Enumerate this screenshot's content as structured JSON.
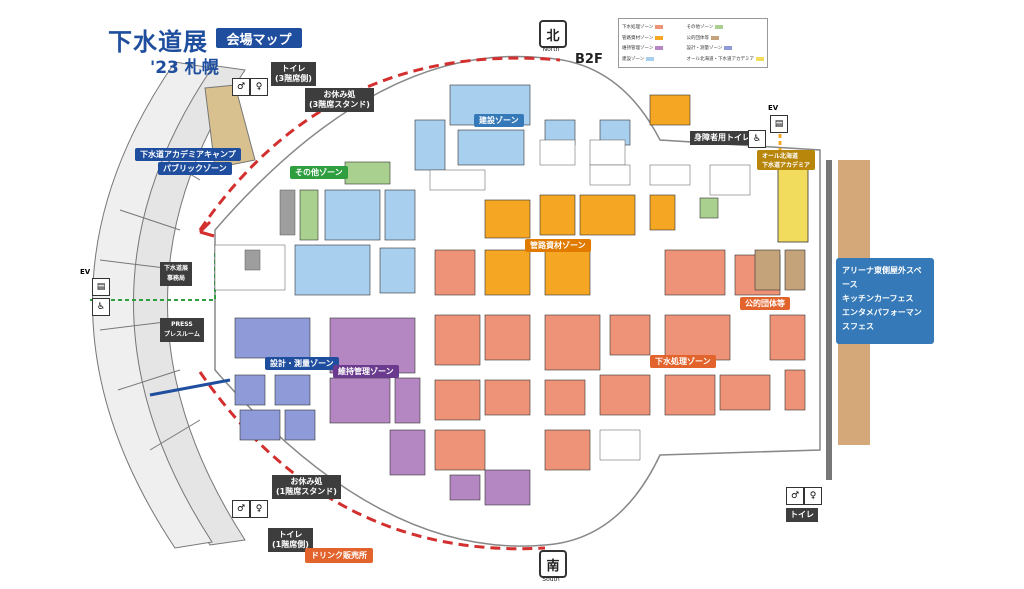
{
  "header": {
    "logo_main": "下水道展",
    "logo_sub": "'23 札幌",
    "map_title": "会場マップ"
  },
  "floor": "B2F",
  "compass": {
    "north": "北",
    "north_en": "North",
    "south": "南",
    "south_en": "South"
  },
  "zones": {
    "academy_camp": "下水道アカデミアキャンプ",
    "public_zone": "パブリックゾーン",
    "other": "その他ゾーン",
    "construction": "建設ゾーン",
    "pipe_materials": "管路資材ゾーン",
    "sewage_treatment": "下水処理ゾーン",
    "public_orgs": "公的団体等",
    "design_survey": "設計・測量ゾーン",
    "maintenance": "維持管理ゾーン",
    "all_hokkaido": "オール北海道\n下水道アカデミア"
  },
  "facilities": {
    "toilet_3": "トイレ\n(3階席側)",
    "rest_3": "お休み処\n(3階席スタンド)",
    "accessible_toilet": "身障者用トイレ",
    "office": "下水道展\n事務局",
    "press": "PRESS\nプレスルーム",
    "rest_1": "お休み処\n(1階席スタンド)",
    "toilet_1": "トイレ\n(1階席側)",
    "toilet_right": "トイレ",
    "drink_stand": "ドリンク販売所",
    "ev": "EV"
  },
  "arena": {
    "line1": "アリーナ東側屋外スペース",
    "line2": "キッチンカーフェス",
    "line3": "エンタメパフォーマンスフェス"
  },
  "legend": [
    {
      "label": "下水処理ゾーン",
      "color": "#ee9377"
    },
    {
      "label": "その他ゾーン",
      "color": "#a9d08e"
    },
    {
      "label": "管路資材ゾーン",
      "color": "#f5a623"
    },
    {
      "label": "公的団体等",
      "color": "#c4a27a"
    },
    {
      "label": "維持管理ゾーン",
      "color": "#b487c2"
    },
    {
      "label": "設計・測量ゾーン",
      "color": "#8e9bd8"
    },
    {
      "label": "建設ゾーン",
      "color": "#a9cfee"
    },
    {
      "label": "オール北海道・下水道アカデミア",
      "color": "#f2dc5d"
    }
  ],
  "colors": {
    "sewage": "#ee9377",
    "pipe": "#f5a623",
    "maintenance": "#b487c2",
    "design": "#8e9bd8",
    "construction": "#a9cfee",
    "other": "#a9d08e",
    "public": "#c4a27a",
    "academy": "#f2dc5d",
    "stands": "#d9d9d9",
    "outdoor": "#d4a878",
    "route": "#d32f2f"
  }
}
